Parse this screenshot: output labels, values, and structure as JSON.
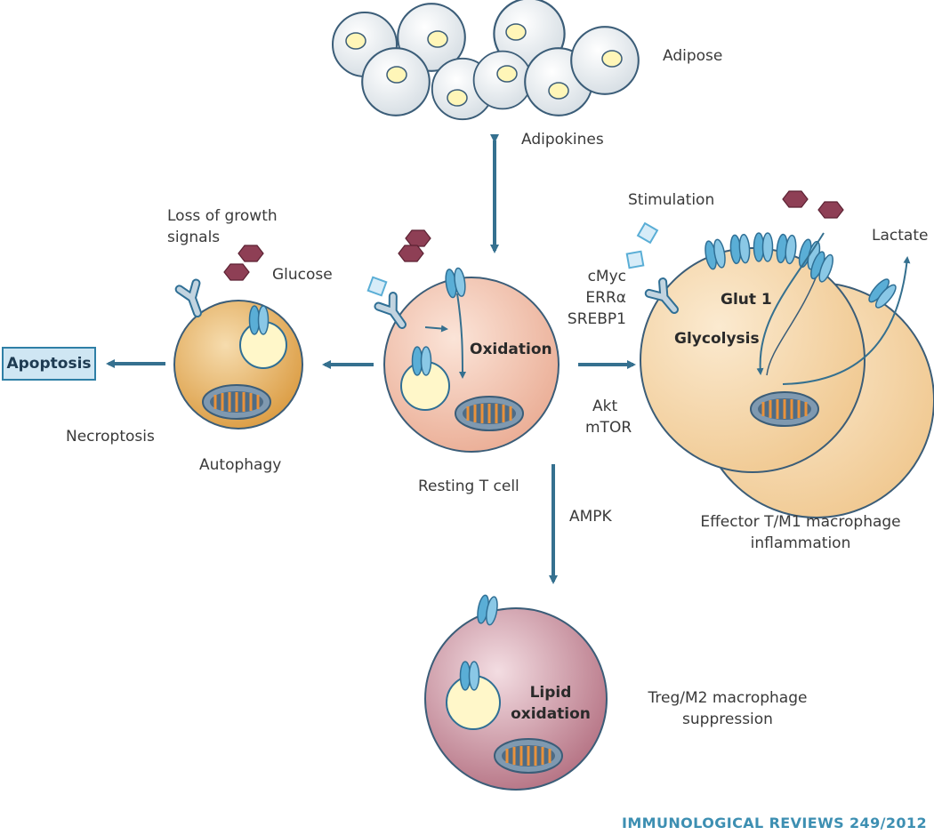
{
  "labels": {
    "adipose": "Adipose",
    "adipokines": "Adipokines",
    "stimulation": "Stimulation",
    "lactate": "Lactate",
    "loss_line1": "Loss of growth",
    "loss_line2": "signals",
    "glucose": "Glucose",
    "cmyc": "cMyc",
    "erra": "ERRα",
    "srebp1": "SREBP1",
    "glut1": "Glut 1",
    "glycolysis": "Glycolysis",
    "apoptosis": "Apoptosis",
    "oxidation": "Oxidation",
    "akt": "Akt",
    "mtor": "mTOR",
    "necroptosis": "Necroptosis",
    "autophagy": "Autophagy",
    "resting": "Resting T cell",
    "ampk": "AMPK",
    "effector_line1": "Effector T/M1 macrophage",
    "effector_line2": "inflammation",
    "lipid_line1": "Lipid",
    "lipid_line2": "oxidation",
    "treg_line1": "Treg/M2 macrophage",
    "treg_line2": "suppression"
  },
  "footer": "IMMUNOLOGICAL REVIEWS 249/2012",
  "colors": {
    "arrow": "#35708f",
    "receptor": "#5aaed6",
    "glucose": "#8e3f55",
    "resting_cell": "#f2c2ad",
    "autophagy_cell": "#e7b560",
    "effector_cell": "#f6d7a6",
    "lipid_cell": "#c98797",
    "adipocyte": "#e4eaee"
  }
}
